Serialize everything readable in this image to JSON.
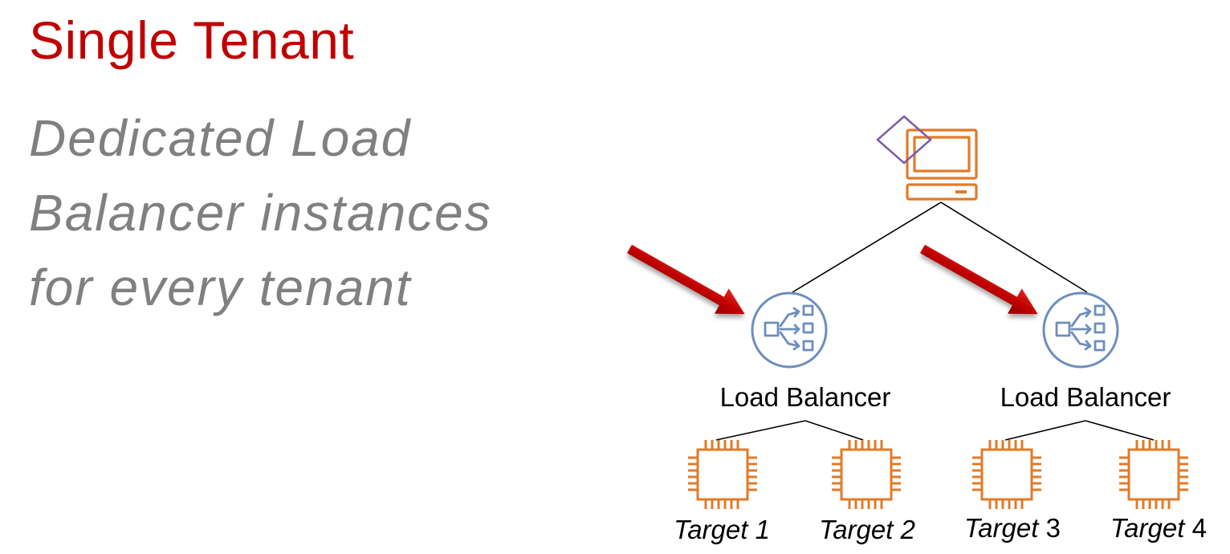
{
  "slide": {
    "title": "Single Tenant",
    "subtitle_lines": [
      "Dedicated Load",
      "Balancer instances",
      "for every tenant"
    ]
  },
  "diagram": {
    "load_balancers": [
      {
        "label": "Load Balancer"
      },
      {
        "label": "Load Balancer"
      }
    ],
    "targets": [
      {
        "italic": "Target 1",
        "plain": ""
      },
      {
        "italic": "Target 2",
        "plain": ""
      },
      {
        "italic": "Target",
        "plain": " 3"
      },
      {
        "italic": "Target",
        "plain": " 4"
      }
    ]
  },
  "colors": {
    "title": "#C00000",
    "subtitle": "#808080",
    "client": "#E07B2A",
    "selection_diamond": "#7B5EA7",
    "load_balancer": "#6C8EBF",
    "instance": "#E07B2A",
    "arrow": "#C00000",
    "connector": "#000000"
  },
  "icons": {
    "client": "desktop-computer-icon",
    "selection": "diamond-marker-icon",
    "load_balancer": "load-balancer-icon",
    "target": "ec2-instance-chip-icon",
    "pointer": "red-arrow-icon"
  }
}
